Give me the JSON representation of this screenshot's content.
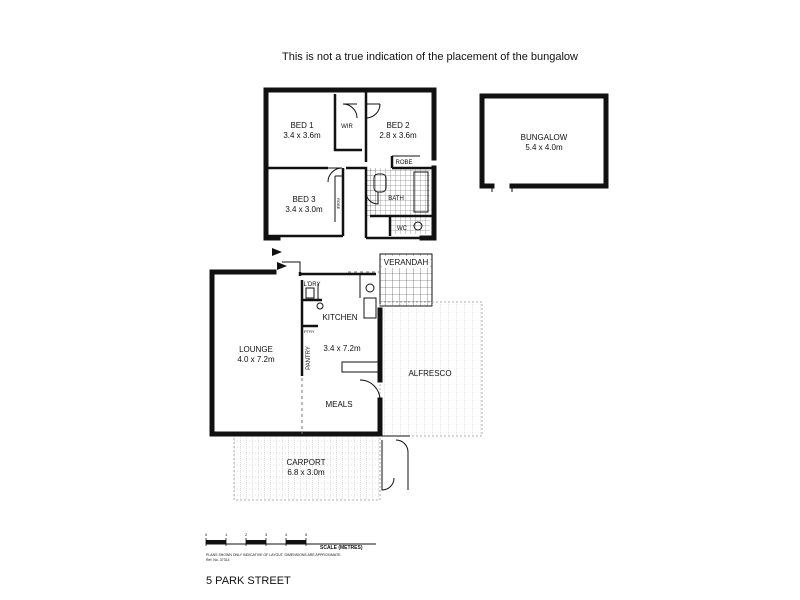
{
  "notice": "This is not a true indication of the placement of the bungalow",
  "rooms": {
    "bed1": {
      "name": "BED 1",
      "size": "3.4 x 3.6m"
    },
    "bed2": {
      "name": "BED 2",
      "size": "2.8 x 3.6m"
    },
    "bed3": {
      "name": "BED 3",
      "size": "3.4 x 3.0m"
    },
    "wir": "WIR",
    "robe2": "ROBE",
    "robe3": "ROBE",
    "bath": "BATH",
    "wc": "WC",
    "verandah": "VERANDAH",
    "ldry": "L'DRY",
    "ptry": "PTRY",
    "pantry": "PANTRY",
    "kitchen": {
      "name": "KITCHEN",
      "size": "3.4 x 7.2m"
    },
    "lounge": {
      "name": "LOUNGE",
      "size": "4.0 x 7.2m"
    },
    "meals": "MEALS",
    "alfresco": "ALFRESCO",
    "carport": {
      "name": "CARPORT",
      "size": "6.8 x 3.0m"
    },
    "bungalow": {
      "name": "BUNGALOW",
      "size": "5.4 x 4.0m"
    }
  },
  "scale": {
    "label": "SCALE (METRES)",
    "ticks": [
      "0",
      "1",
      "2",
      "3",
      "4",
      "5"
    ]
  },
  "disclaimer": "PLANS SHOWN ONLY INDICATIVE OF LAYOUT. DIMENSIONS ARE APPROXIMATE.",
  "ref": "Ref. No. 37314",
  "address": "5 PARK STREET"
}
